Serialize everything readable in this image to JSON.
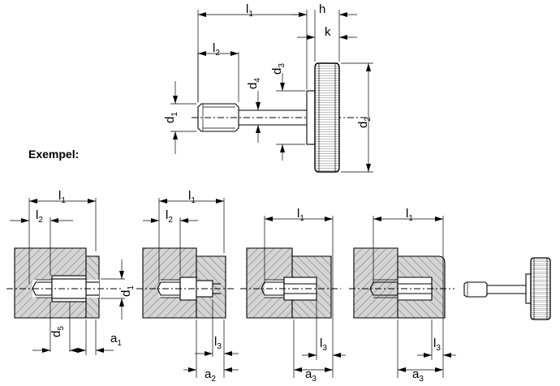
{
  "heading": "Exempel:",
  "main_view": {
    "dims": {
      "l1": {
        "base": "l",
        "sub": "1"
      },
      "l2": {
        "base": "l",
        "sub": "2"
      },
      "h": {
        "base": "h",
        "sub": ""
      },
      "k": {
        "base": "k",
        "sub": ""
      },
      "d1": {
        "base": "d",
        "sub": "1"
      },
      "d2": {
        "base": "d",
        "sub": "2"
      },
      "d3": {
        "base": "d",
        "sub": "3"
      },
      "d4": {
        "base": "d",
        "sub": "4"
      }
    }
  },
  "examples": [
    {
      "labels": [
        {
          "base": "l",
          "sub": "1"
        },
        {
          "base": "l",
          "sub": "2"
        },
        {
          "base": "d",
          "sub": "1"
        },
        {
          "base": "d",
          "sub": "5"
        },
        {
          "base": "a",
          "sub": "1"
        }
      ]
    },
    {
      "labels": [
        {
          "base": "l",
          "sub": "1"
        },
        {
          "base": "l",
          "sub": "2"
        },
        {
          "base": "l",
          "sub": "3"
        },
        {
          "base": "a",
          "sub": "2"
        }
      ]
    },
    {
      "labels": [
        {
          "base": "l",
          "sub": "1"
        },
        {
          "base": "l",
          "sub": "3"
        },
        {
          "base": "a",
          "sub": "3"
        }
      ]
    },
    {
      "labels": [
        {
          "base": "l",
          "sub": "1"
        },
        {
          "base": "l",
          "sub": "3"
        },
        {
          "base": "a",
          "sub": "3"
        }
      ]
    }
  ]
}
